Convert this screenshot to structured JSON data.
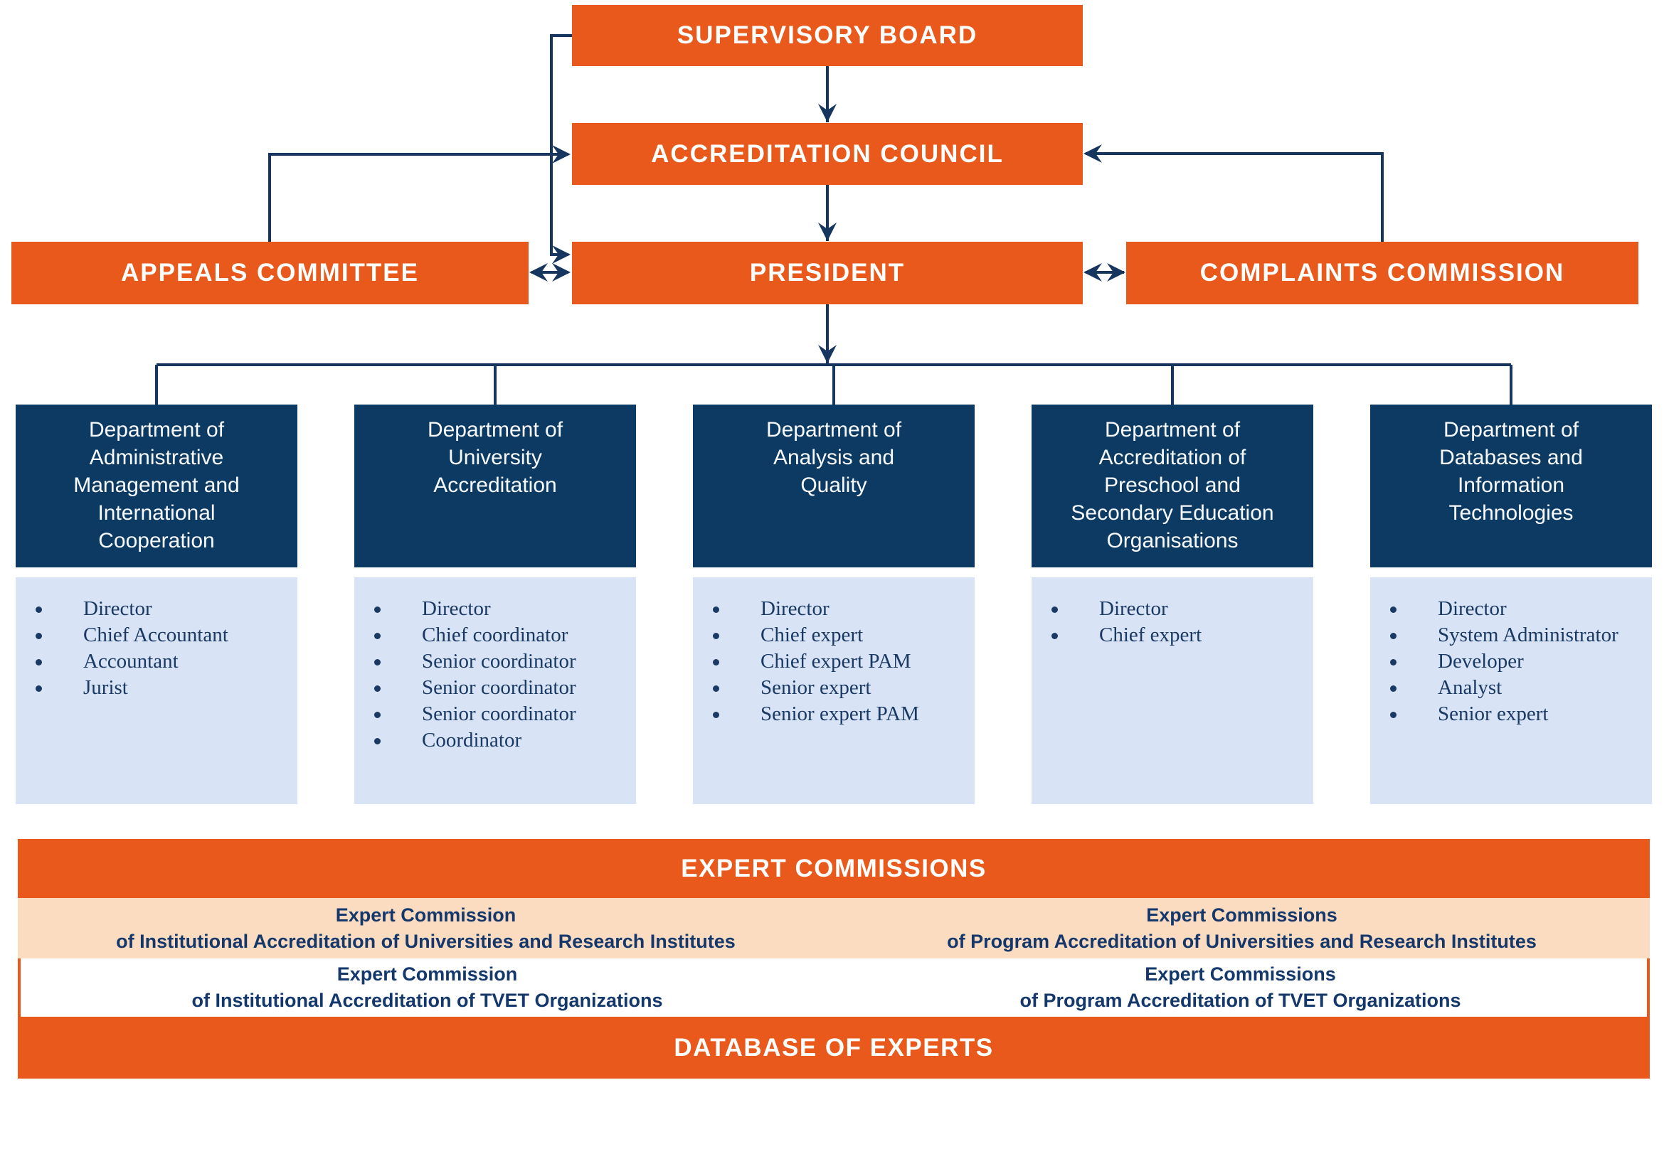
{
  "org_chart": {
    "top_boxes": {
      "supervisory_board": "SUPERVISORY BOARD",
      "accreditation_council": "ACCREDITATION COUNCIL",
      "appeals_committee": "APPEALS COMMITTEE",
      "president": "PRESIDENT",
      "complaints_commission": "COMPLAINTS COMMISSION"
    },
    "departments": [
      {
        "title_lines": [
          "Department of",
          "Administrative",
          "Management and",
          "International",
          "Cooperation"
        ],
        "roles": [
          "Director",
          "Chief Accountant",
          "Accountant",
          "Jurist"
        ]
      },
      {
        "title_lines": [
          "Department of",
          "University",
          "Accreditation"
        ],
        "roles": [
          "Director",
          "Chief coordinator",
          "Senior coordinator",
          "Senior coordinator",
          "Senior coordinator",
          "Coordinator"
        ]
      },
      {
        "title_lines": [
          "Department of",
          "Analysis and",
          "Quality"
        ],
        "roles": [
          "Director",
          "Chief expert",
          "Chief expert PAM",
          "Senior expert",
          "Senior expert PAM"
        ]
      },
      {
        "title_lines": [
          "Department of",
          "Accreditation of",
          "Preschool and",
          "Secondary Education",
          "Organisations"
        ],
        "roles": [
          "Director",
          "Chief expert"
        ]
      },
      {
        "title_lines": [
          "Department of",
          "Databases and",
          "Information",
          "Technologies"
        ],
        "roles": [
          "Director",
          "System Administrator",
          "Developer",
          "Analyst",
          "Senior expert"
        ]
      }
    ],
    "expert_section": {
      "header": "EXPERT COMMISSIONS",
      "rows": [
        {
          "left_lines": [
            "Expert Commission",
            "of Institutional Accreditation of Universities and Research Institutes"
          ],
          "right_lines": [
            "Expert Commissions",
            "of Program Accreditation of Universities and Research Institutes"
          ]
        },
        {
          "left_lines": [
            "Expert Commission",
            "of Institutional Accreditation of TVET Organizations"
          ],
          "right_lines": [
            "Expert Commissions",
            "of Program Accreditation of TVET Organizations"
          ]
        }
      ],
      "footer": "DATABASE OF EXPERTS"
    },
    "colors": {
      "orange": "#E8591B",
      "navy_box": "#0D3A63",
      "line_navy": "#16365F",
      "light_blue_list": "#D9E3F6",
      "peach_row": "#FBDCC1",
      "row_text_navy": "#14386B",
      "list_text_navy": "#1A3963"
    }
  }
}
